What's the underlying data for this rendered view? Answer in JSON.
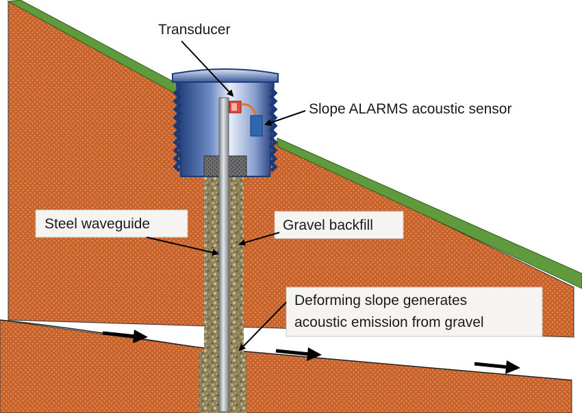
{
  "labels": {
    "transducer": "Transducer",
    "sensor": "Slope ALARMS acoustic sensor",
    "waveguide": "Steel waveguide",
    "backfill": "Gravel backfill",
    "deforming_line1": "Deforming slope generates",
    "deforming_line2": "acoustic emission from gravel"
  },
  "colors": {
    "soil": "#c8632e",
    "soil_dot": "#e59a5e",
    "grass": "#5f9a3c",
    "housing_blue": "#2b4f93",
    "gravel": "#8a8060",
    "steel": "#a9aeb2",
    "transducer": "#e24a3c",
    "sensor": "#2f66b0",
    "label_bg": "#f6f4f0"
  },
  "icons": [
    "movement-arrow-icon",
    "leader-arrow-icon",
    "soil-pattern",
    "grass-strip"
  ]
}
